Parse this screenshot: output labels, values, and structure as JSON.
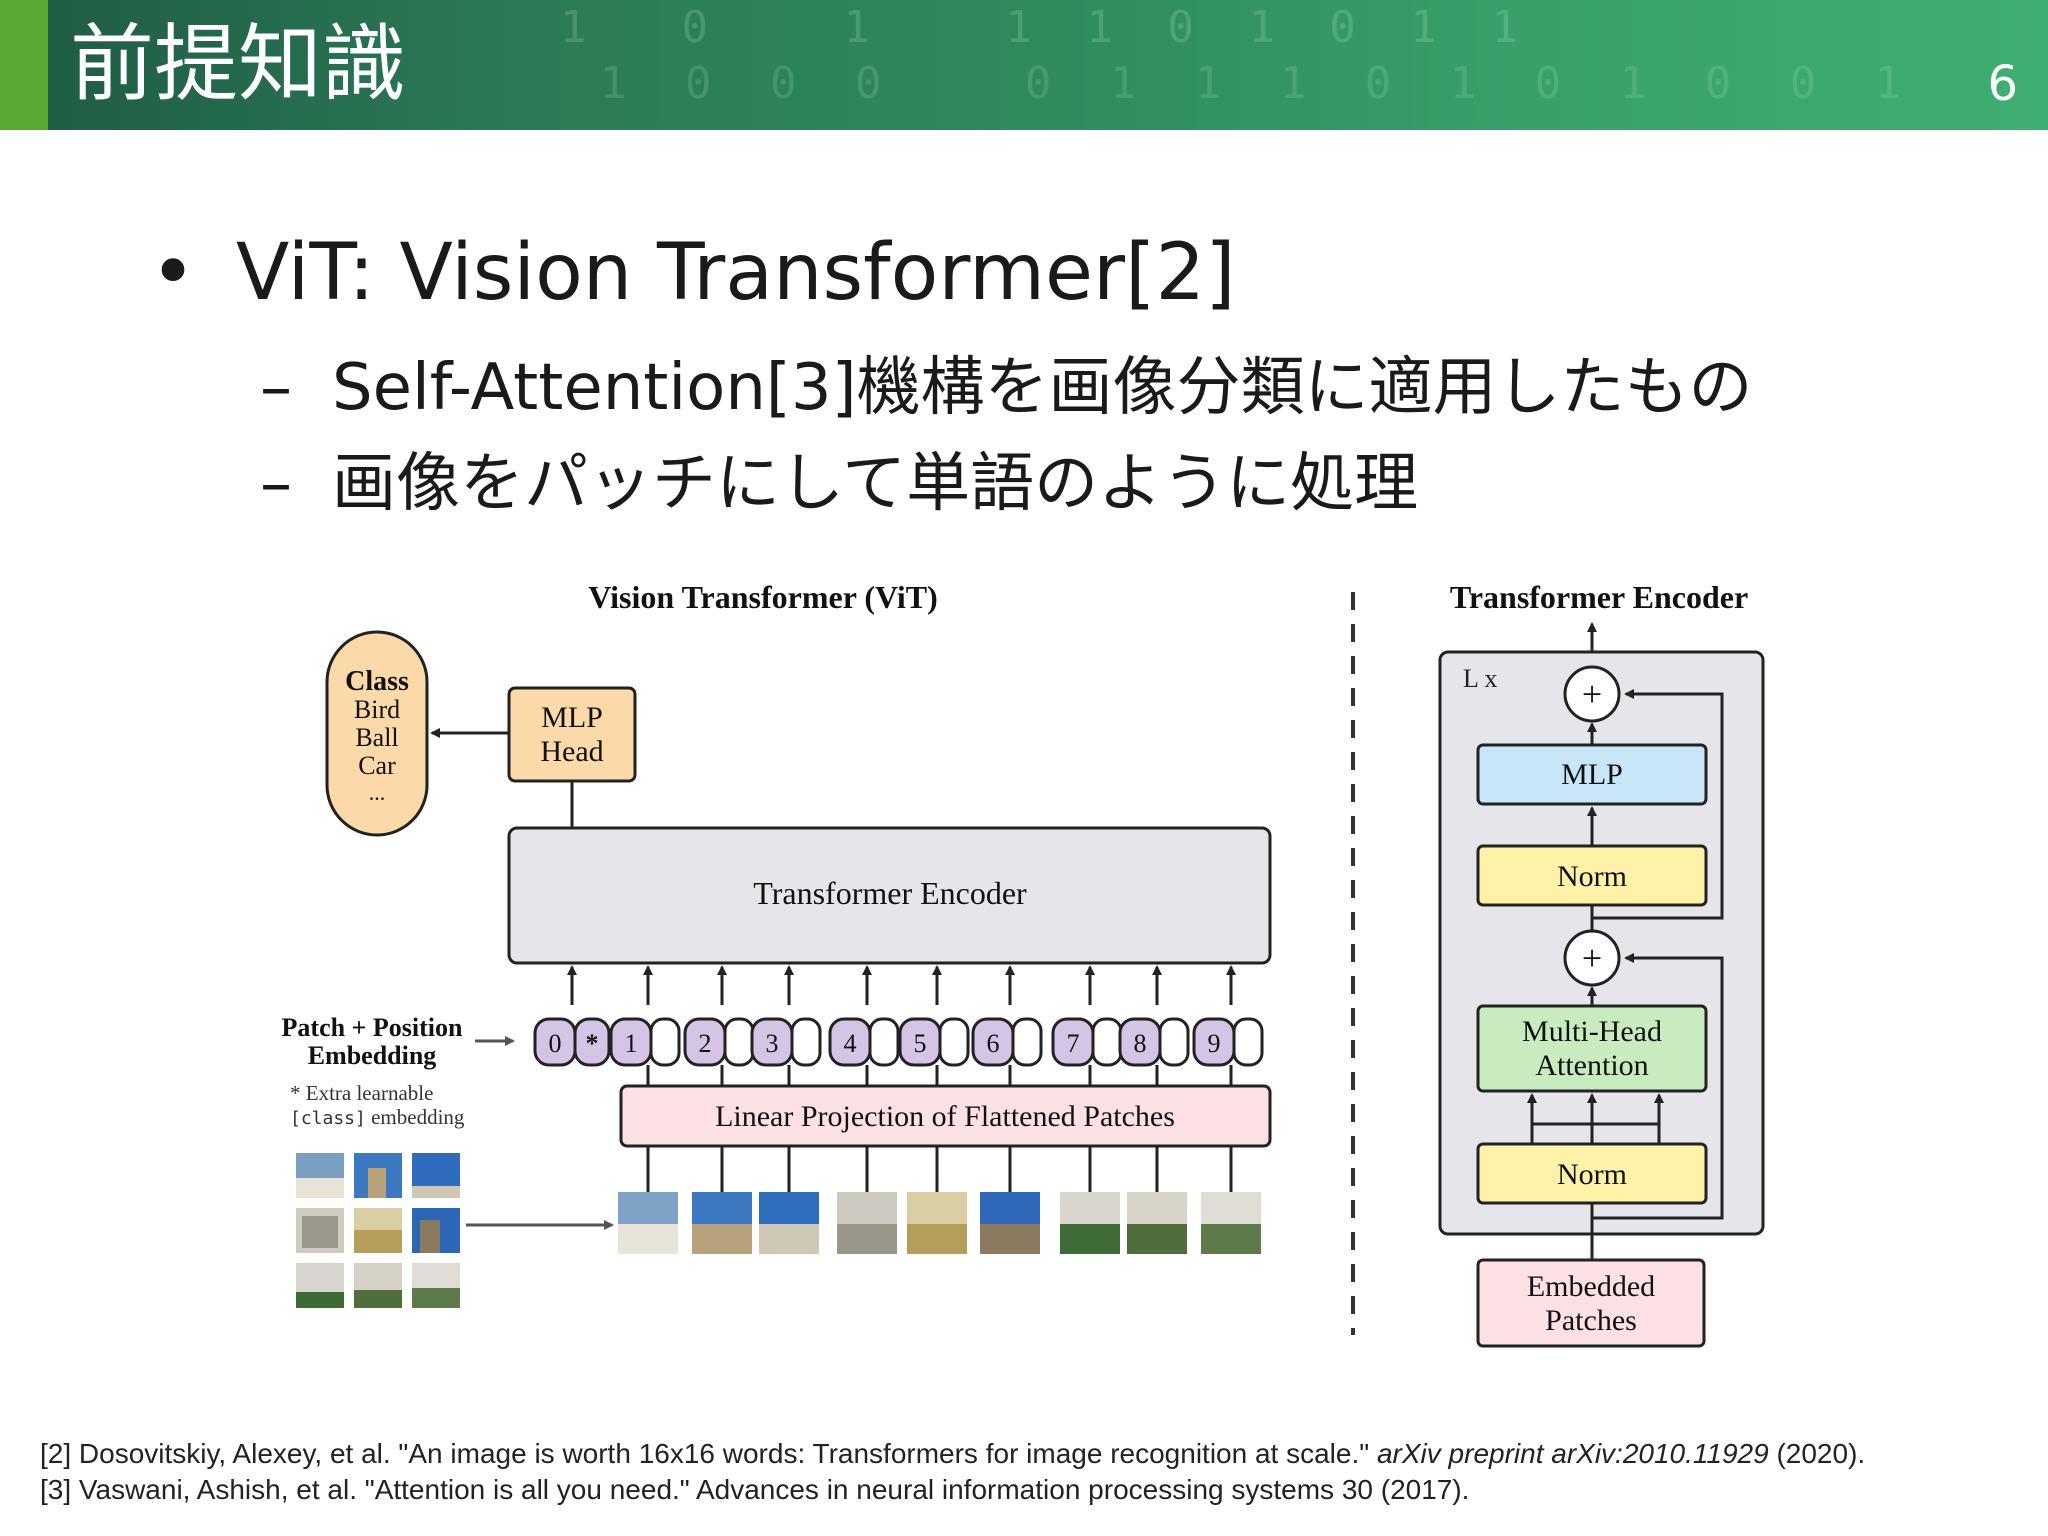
{
  "slide": {
    "title": "前提知識",
    "page_number": "6"
  },
  "bullets": {
    "main": "ViT: Vision Transformer[2]",
    "sub1": "Self-Attention[3]機構を画像分類に適用したもの",
    "sub2": "画像をパッチにして単語のように処理"
  },
  "diagram": {
    "vit_title": "Vision Transformer (ViT)",
    "class_label": "Class",
    "class_items": [
      "Bird",
      "Ball",
      "Car",
      "..."
    ],
    "mlp_head_lines": [
      "MLP",
      "Head"
    ],
    "transformer_encoder": "Transformer Encoder",
    "patch_pos_lines": [
      "Patch + Position",
      "Embedding"
    ],
    "extra_note_1": "* Extra learnable",
    "extra_note_2_code": "[class]",
    "extra_note_2_text": " embedding",
    "tokens": [
      "0",
      "1",
      "2",
      "3",
      "4",
      "5",
      "6",
      "7",
      "8",
      "9"
    ],
    "class_token_marker": "*",
    "linear_projection": "Linear Projection of Flattened Patches",
    "encoder_title": "Transformer Encoder",
    "lx": "L x",
    "plus": "+",
    "mlp": "MLP",
    "norm": "Norm",
    "mha_lines": [
      "Multi-Head",
      "Attention"
    ],
    "embedded_patches_lines": [
      "Embedded",
      "Patches"
    ],
    "colors": {
      "class_fill": "#fcd9a8",
      "mlp_head_fill": "#fcd9a8",
      "encoder_fill": "#e6e6ea",
      "token_fill": "#d4c4e6",
      "linear_fill": "#fbe0e4",
      "mlp_fill": "#c8e6f8",
      "norm_fill": "#fdf2a8",
      "mha_fill": "#c8ecc0",
      "embedded_fill": "#fbe0e4"
    }
  },
  "references": {
    "ref2_a": "[2] Dosovitskiy, Alexey, et al. \"An image is worth 16x16 words: Transformers for image recognition at scale.\" ",
    "ref2_italic": "arXiv preprint arXiv:2010.11929",
    "ref2_b": " (2020).",
    "ref3": "[3] Vaswani, Ashish, et al. \"Attention is all you need.\" Advances in neural information processing systems 30 (2017)."
  }
}
